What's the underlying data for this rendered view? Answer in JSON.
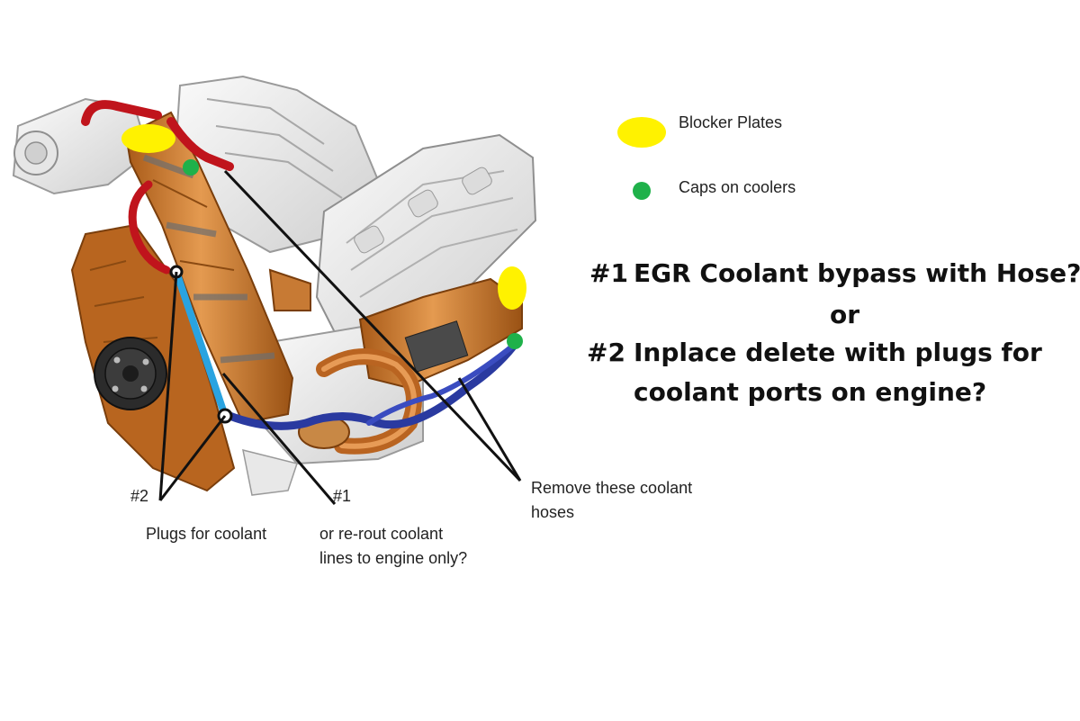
{
  "legend": {
    "blocker_plates": "Blocker Plates",
    "caps_on_coolers": "Caps on coolers",
    "blocker_color": "#fff200",
    "cap_color": "#1fb14a"
  },
  "questions": {
    "q1_num": "#1",
    "q1_text": "EGR Coolant bypass with Hose?",
    "or": "or",
    "q2_num": "#2",
    "q2_line1": "Inplace delete with plugs for",
    "q2_line2": "coolant ports on engine?"
  },
  "callouts": {
    "num2": "#2",
    "num1": "#1",
    "plugs": "Plugs for coolant",
    "reroute_line1": "or re-rout coolant",
    "reroute_line2": "lines to engine only?",
    "remove_line1": "Remove these coolant",
    "remove_line2": "hoses"
  },
  "colors": {
    "copper": "#c8752c",
    "copper_dark": "#8a4a12",
    "bypass_hose": "#2aa3e0",
    "coolant_pipe": "#2a3aa0",
    "red_hose": "#c0141c"
  }
}
